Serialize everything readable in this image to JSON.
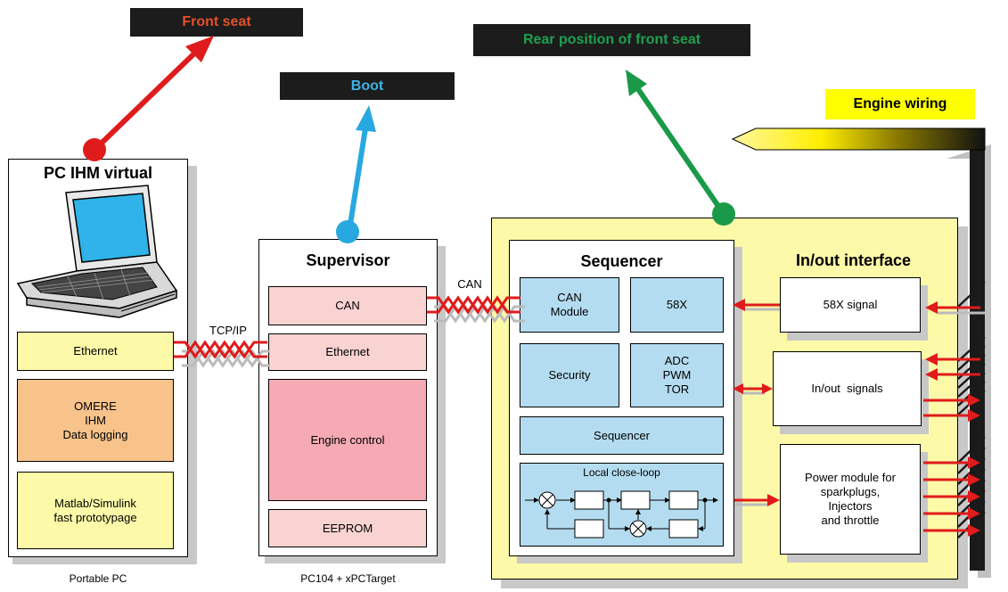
{
  "banners": {
    "front_seat": {
      "label": "Front seat",
      "color": "#e4502a"
    },
    "boot": {
      "label": "Boot",
      "color": "#3cb4e6"
    },
    "rear_position": {
      "label": "Rear position of front seat",
      "color": "#1ea050"
    },
    "engine_wiring": {
      "label": "Engine wiring",
      "color": "#000000"
    }
  },
  "pc": {
    "title": "PC IHM virtual",
    "ethernet": "Ethernet",
    "omere_lines": [
      "OMERE",
      "IHM",
      "Data logging"
    ],
    "matlab_lines": [
      "Matlab/Simulink",
      "fast prototypage"
    ],
    "caption": "Portable PC"
  },
  "links": {
    "tcpip": "TCP/IP",
    "can": "CAN"
  },
  "supervisor": {
    "title": "Supervisor",
    "can": "CAN",
    "ethernet": "Ethernet",
    "engine_control": "Engine control",
    "eeprom": "EEPROM",
    "caption": "PC104 + xPCTarget"
  },
  "sequencer": {
    "title": "Sequencer",
    "can_module_lines": [
      "CAN",
      "Module"
    ],
    "x58": "58X",
    "security": "Security",
    "adc_lines": [
      "ADC",
      "PWM",
      "TOR"
    ],
    "sequencer_block": "Sequencer",
    "local_loop": "Local close-loop"
  },
  "io": {
    "title": "In/out interface",
    "signal_58x": "58X signal",
    "inout_signals": "In/out  signals",
    "power_lines": [
      "Power module for",
      "sparkplugs,",
      "Injectors",
      "and throttle"
    ]
  },
  "colors": {
    "light_yellow": "#fcfaa8",
    "bright_yellow": "#ffff00",
    "pink": "#f9d2d2",
    "deep_pink": "#f5aab4",
    "orange": "#f7c38a",
    "light_blue": "#b4dcf0",
    "arrow_red": "#e01b1b"
  }
}
